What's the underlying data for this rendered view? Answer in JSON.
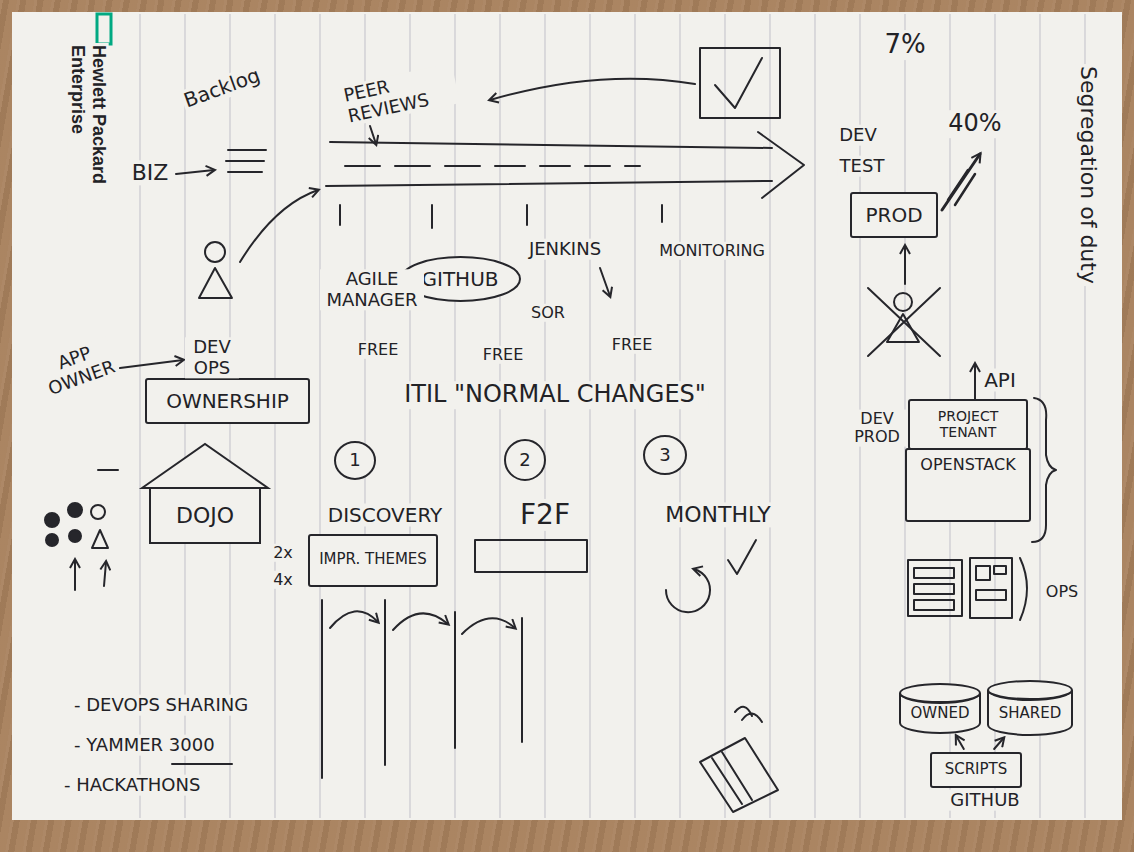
{
  "diagram": {
    "nodes": [
      {
        "text": [
          "PROD"
        ]
      },
      {
        "text": [
          "GITHUB"
        ]
      },
      {
        "text": [
          "OWNERSHIP"
        ]
      },
      {
        "text": [
          "PROJECT TENANT"
        ]
      },
      {
        "text": [
          "1"
        ]
      },
      {
        "text": [
          "2"
        ]
      },
      {
        "text": [
          "3"
        ]
      },
      {
        "text": [
          "OPENSTACK"
        ]
      },
      {
        "text": [
          "DOJO"
        ]
      },
      {
        "text": [
          "IMPR. THEMES"
        ]
      },
      {
        "text": [
          "OWNED"
        ]
      },
      {
        "text": [
          "SHARED"
        ]
      },
      {
        "text": [
          "SCRIPTS"
        ]
      }
    ],
    "edges": [
      {
        "from": 12,
        "to": 10,
        "arrow": "to"
      },
      {
        "from": 12,
        "to": 11,
        "arrow": "to"
      }
    ],
    "labels": [
      "Hewlett Packard Enterprise",
      "Backlog",
      "BIZ",
      "PEER REVIEWS",
      "7%",
      "DEV",
      "TEST",
      "40%",
      "Segregation of duty",
      "AGILE MANAGER",
      "JENKINS",
      "MONITORING",
      "SOR",
      "APP OWNER",
      "DEV OPS",
      "FREE",
      "FREE",
      "FREE",
      "ITIL \"NORMAL CHANGES\"",
      "API",
      "DEV PROD",
      "DISCOVERY",
      "F2F",
      "MONTHLY",
      "2x",
      "4x",
      "OPS",
      "GITHUB",
      "- DEVOPS SHARING",
      "- YAMMER 3000",
      "- HACKATHONS"
    ]
  }
}
